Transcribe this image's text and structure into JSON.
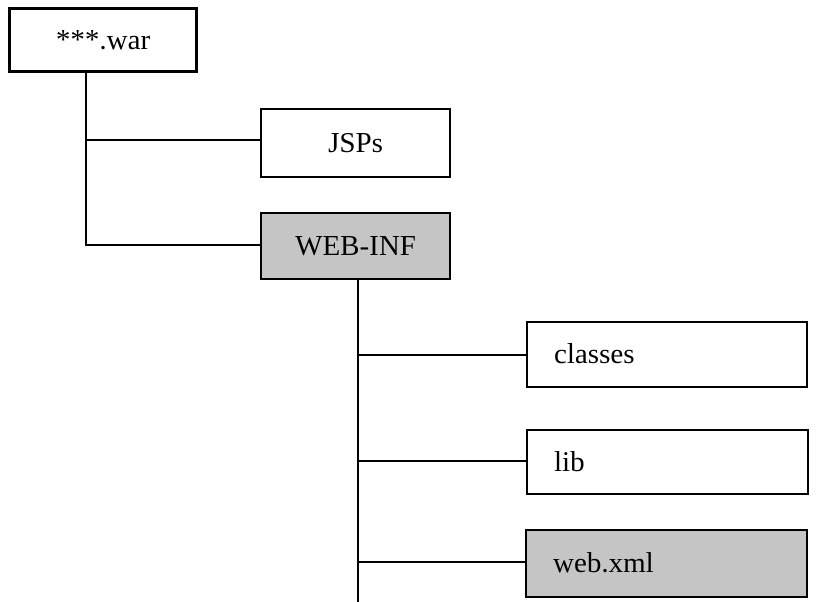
{
  "diagram": {
    "nodes": [
      {
        "id": "war",
        "label": "***.war",
        "highlighted": false
      },
      {
        "id": "jsps",
        "label": "JSPs",
        "highlighted": false
      },
      {
        "id": "webinf",
        "label": "WEB-INF",
        "highlighted": true
      },
      {
        "id": "classes",
        "label": "classes",
        "highlighted": false
      },
      {
        "id": "lib",
        "label": "lib",
        "highlighted": false
      },
      {
        "id": "webxml",
        "label": "web.xml",
        "highlighted": true
      }
    ],
    "edges": [
      {
        "from": "war",
        "to": "jsps"
      },
      {
        "from": "war",
        "to": "webinf"
      },
      {
        "from": "webinf",
        "to": "classes"
      },
      {
        "from": "webinf",
        "to": "lib"
      },
      {
        "from": "webinf",
        "to": "webxml"
      }
    ],
    "colors": {
      "node_fill_default": "#ffffff",
      "node_fill_highlight": "#c5c5c5",
      "line": "#000000"
    }
  }
}
